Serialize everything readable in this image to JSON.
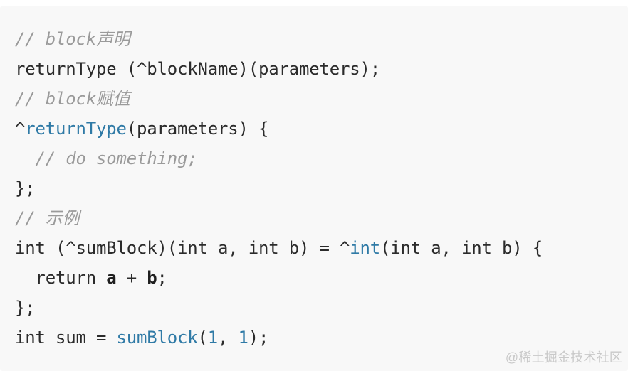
{
  "code": {
    "lines": [
      {
        "tokens": [
          {
            "type": "comment",
            "text": "// block声明"
          }
        ]
      },
      {
        "tokens": [
          {
            "type": "plain",
            "text": "returnType (^blockName)(parameters);"
          }
        ]
      },
      {
        "tokens": [
          {
            "type": "comment",
            "text": "// block赋值"
          }
        ]
      },
      {
        "tokens": [
          {
            "type": "plain",
            "text": "^"
          },
          {
            "type": "ident",
            "text": "returnType"
          },
          {
            "type": "plain",
            "text": "(parameters) {"
          }
        ]
      },
      {
        "tokens": [
          {
            "type": "plain",
            "text": "  "
          },
          {
            "type": "comment",
            "text": "// do something;"
          }
        ]
      },
      {
        "tokens": [
          {
            "type": "plain",
            "text": "};"
          }
        ]
      },
      {
        "tokens": [
          {
            "type": "comment",
            "text": "// 示例"
          }
        ]
      },
      {
        "tokens": [
          {
            "type": "plain",
            "text": "int (^sumBlock)(int a, int b) = ^"
          },
          {
            "type": "ident",
            "text": "int"
          },
          {
            "type": "plain",
            "text": "(int a, int b) {"
          }
        ]
      },
      {
        "tokens": [
          {
            "type": "plain",
            "text": "  return "
          },
          {
            "type": "bold",
            "text": "a"
          },
          {
            "type": "plain",
            "text": " + "
          },
          {
            "type": "bold",
            "text": "b"
          },
          {
            "type": "plain",
            "text": ";"
          }
        ]
      },
      {
        "tokens": [
          {
            "type": "plain",
            "text": "};"
          }
        ]
      },
      {
        "tokens": [
          {
            "type": "plain",
            "text": "int sum = "
          },
          {
            "type": "ident",
            "text": "sumBlock"
          },
          {
            "type": "plain",
            "text": "("
          },
          {
            "type": "num",
            "text": "1"
          },
          {
            "type": "plain",
            "text": ", "
          },
          {
            "type": "num",
            "text": "1"
          },
          {
            "type": "plain",
            "text": ");"
          }
        ]
      }
    ]
  },
  "watermark": {
    "text": "@稀土掘金技术社区"
  },
  "colors": {
    "background": "#f8f8f8",
    "text": "#2b2b2b",
    "comment": "#9a9a9a",
    "identifier": "#2f7aa6"
  }
}
